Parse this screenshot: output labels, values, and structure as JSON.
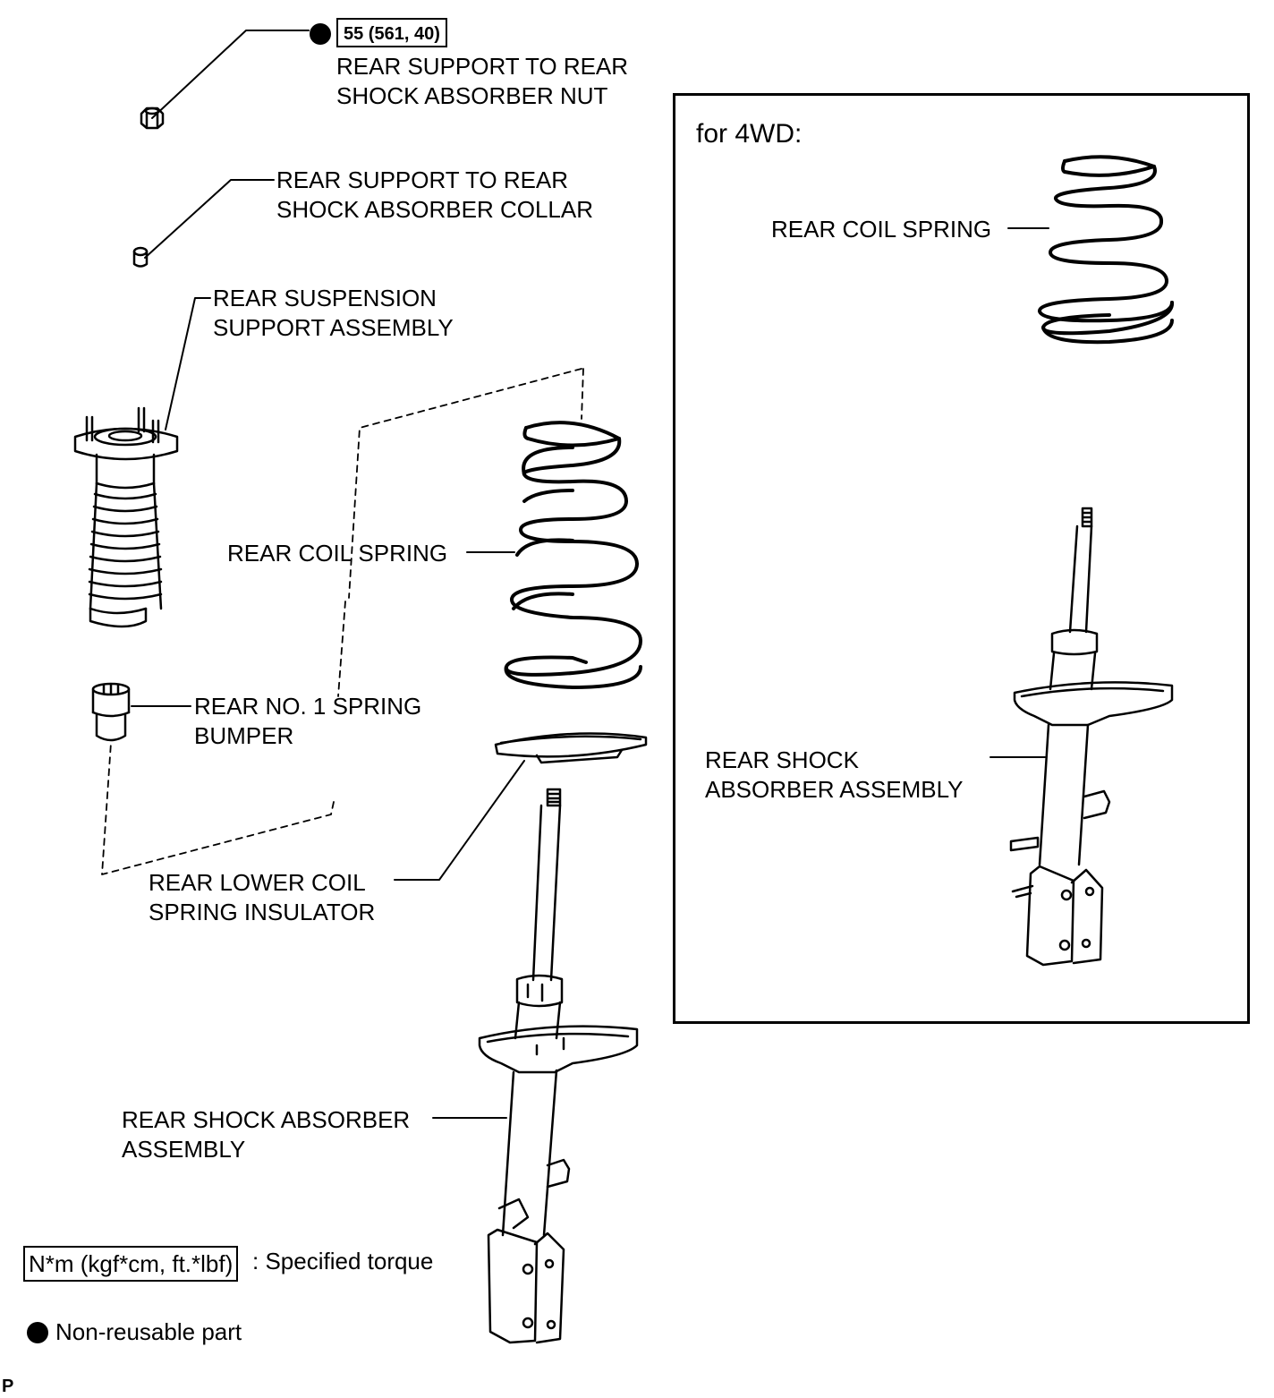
{
  "torque": {
    "value": "55 (561, 40)"
  },
  "labels": {
    "nut": "REAR SUPPORT TO REAR\nSHOCK ABSORBER NUT",
    "collar": "REAR SUPPORT TO REAR\nSHOCK ABSORBER COLLAR",
    "support": "REAR SUSPENSION\nSUPPORT ASSEMBLY",
    "coil_spring": "REAR COIL SPRING",
    "bumper": "REAR NO. 1 SPRING\nBUMPER",
    "lower_insulator": "REAR LOWER COIL\nSPRING INSULATOR",
    "shock_absorber": "REAR SHOCK ABSORBER\nASSEMBLY"
  },
  "inset": {
    "title": "for 4WD:",
    "coil_spring": "REAR COIL SPRING",
    "shock_absorber": "REAR SHOCK\nABSORBER ASSEMBLY"
  },
  "legend": {
    "torque_units": "N*m (kgf*cm, ft.*lbf)",
    "torque_desc": ": Specified torque",
    "nonreusable_desc": "Non-reusable part"
  },
  "footer": {
    "code": "P"
  }
}
